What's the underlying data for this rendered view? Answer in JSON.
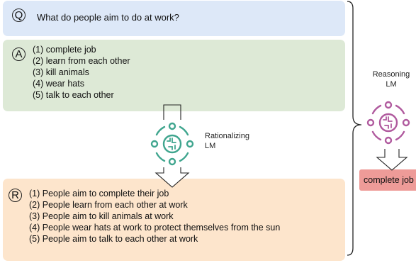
{
  "question": {
    "letter": "Q",
    "text": "What do people aim to do at work?"
  },
  "answers": {
    "letter": "A",
    "items": [
      "(1) complete job",
      "(2) learn from each other",
      "(3) kill animals",
      "(4) wear hats",
      "(5) talk to each other"
    ]
  },
  "rationalizing_lm": {
    "line1": "Rationalizing",
    "line2": "LM",
    "color": "#3fa58e"
  },
  "rationales": {
    "letter": "R",
    "items": [
      "(1) People aim to complete their job",
      "(2) People learn from each other at work",
      "(3) People aim to kill animals at work",
      "(4) People wear hats at work to protect themselves from the sun",
      "(5) People aim to talk to each other at work"
    ]
  },
  "reasoning_lm": {
    "line1": "Reasoning",
    "line2": "LM",
    "color": "#b05a9e"
  },
  "prediction": {
    "text": "complete job"
  }
}
